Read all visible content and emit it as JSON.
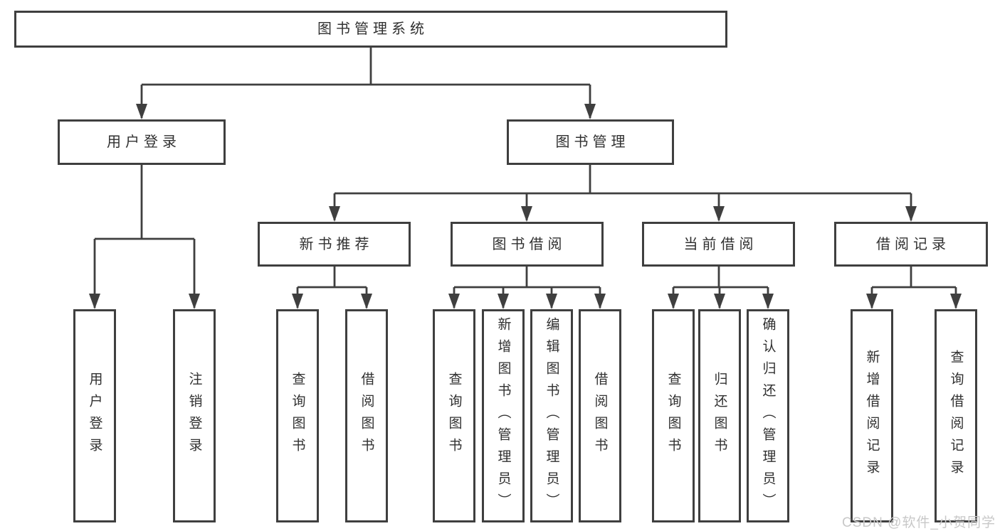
{
  "tree": {
    "root": {
      "label": "图书管理系统"
    },
    "children": [
      {
        "label": "用户登录",
        "children": [
          {
            "label": "用户登录"
          },
          {
            "label": "注销登录"
          }
        ]
      },
      {
        "label": "图书管理",
        "children": [
          {
            "label": "新书推荐",
            "children": [
              {
                "label": "查询图书"
              },
              {
                "label": "借阅图书"
              }
            ]
          },
          {
            "label": "图书借阅",
            "children": [
              {
                "label": "查询图书"
              },
              {
                "label": "新增图书（管理员）"
              },
              {
                "label": "编辑图书（管理员）"
              },
              {
                "label": "借阅图书"
              }
            ]
          },
          {
            "label": "当前借阅",
            "children": [
              {
                "label": "查询图书"
              },
              {
                "label": "归还图书"
              },
              {
                "label": "确认归还（管理员）"
              }
            ]
          },
          {
            "label": "借阅记录",
            "children": [
              {
                "label": "新增借阅记录"
              },
              {
                "label": "查询借阅记录"
              }
            ]
          }
        ]
      }
    ]
  },
  "watermark": {
    "text": "CSDN @软件_小贺同学"
  },
  "colors": {
    "line": "#3f3f3f",
    "text": "#303030",
    "watermark": "#c8c8c8",
    "background": "#ffffff"
  }
}
